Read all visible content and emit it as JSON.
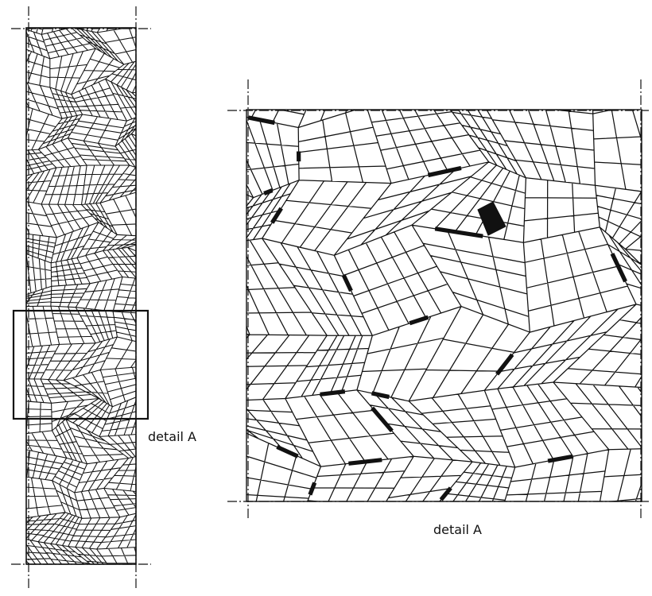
{
  "labels": {
    "strip_detail_label": "detail A",
    "enlarged_detail_caption": "detail A"
  },
  "colors": {
    "ink": "#111111",
    "background": "#ffffff"
  },
  "figure": {
    "strip_mesh_seed": 7,
    "detail_mesh_seed": 23,
    "thick_mesh_edges": true
  }
}
